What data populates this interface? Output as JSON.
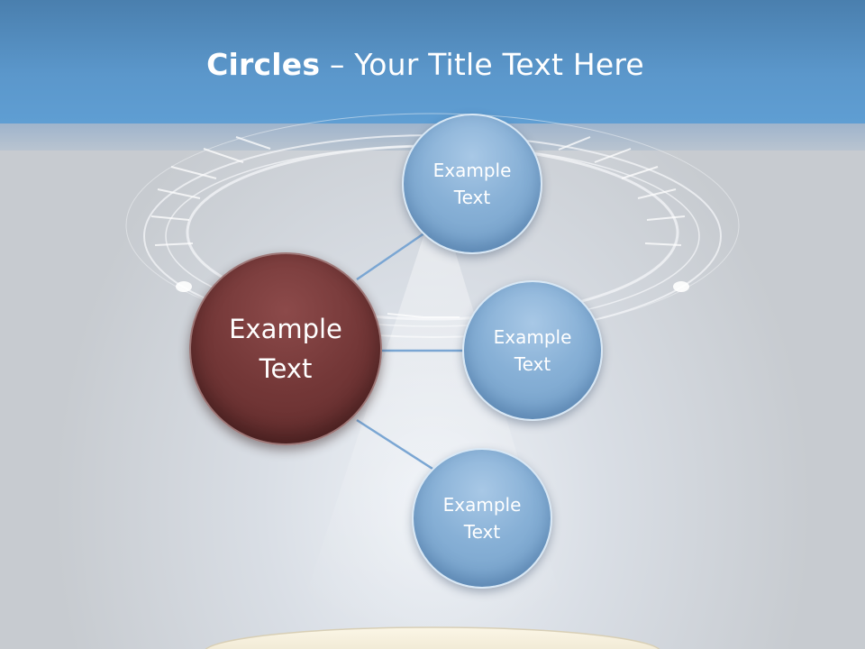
{
  "title": {
    "bold": "Circles",
    "rest": " – Your Title Text Here"
  },
  "colors": {
    "header": "#5b97cb",
    "center_circle": "#733737",
    "satellite_circle": "#87b0d6",
    "connector": "#7aa6d3"
  },
  "diagram": {
    "center": {
      "label": "Example\nText"
    },
    "satellites": [
      {
        "label": "Example\nText"
      },
      {
        "label": "Example\nText"
      },
      {
        "label": "Example\nText"
      }
    ]
  }
}
